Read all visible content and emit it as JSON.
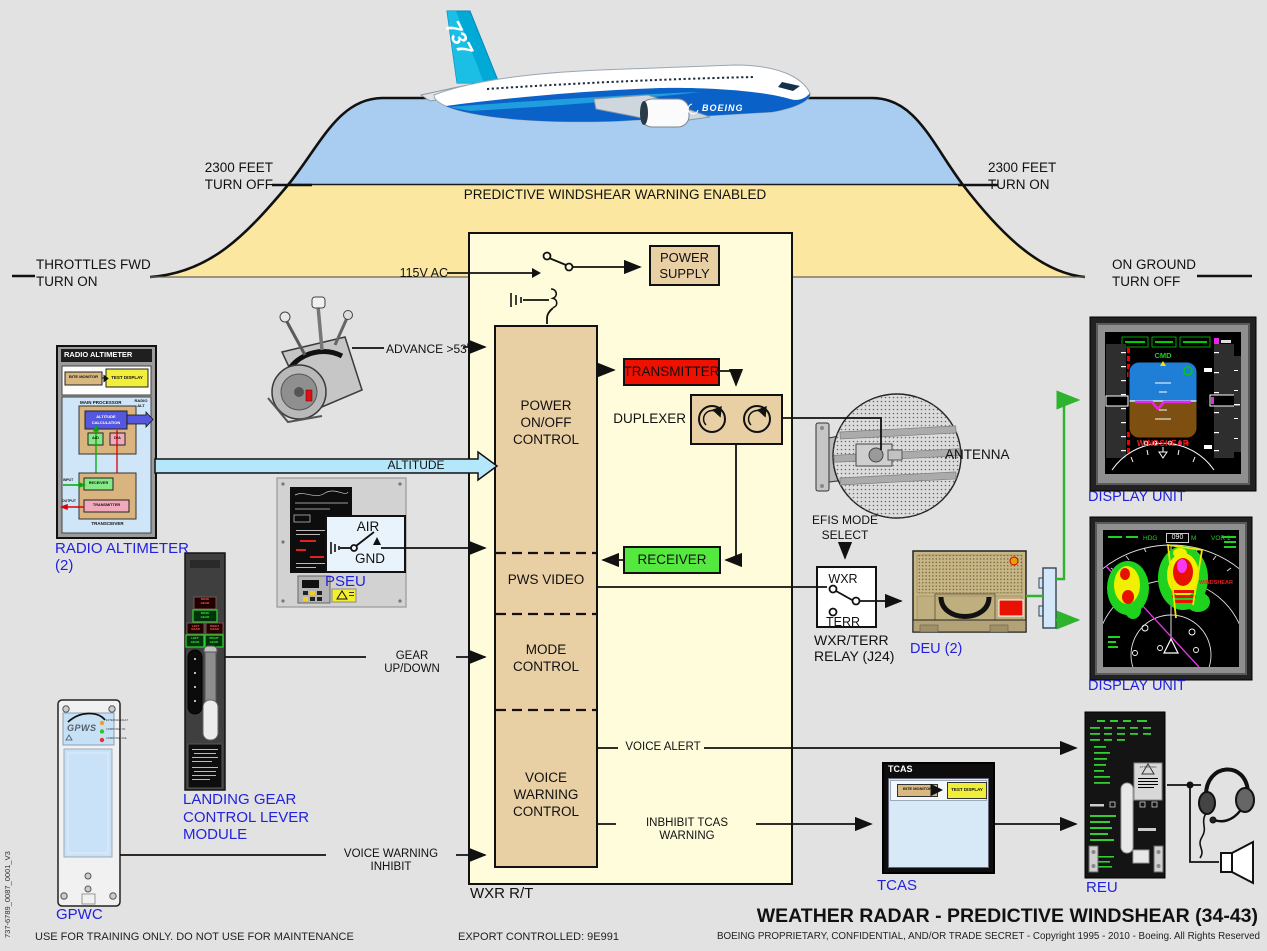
{
  "colors": {
    "background": "#e2e2e2",
    "profile_yellow": "#fbe7a0",
    "profile_blue": "#a9cdf0",
    "wxr_box_ivory": "#fffcdb",
    "component_tan": "#e9cfa4",
    "transmitter_red": "#ee1100",
    "receiver_green": "#55e83e",
    "equipment_label_blue": "#2222dd",
    "altitude_arrow_blue": "#b5e7fa",
    "display_wiring_green": "#2db32d"
  },
  "profile": {
    "throttles": "THROTTLES FWD\nTURN ON",
    "tick_left": "2300 FEET\nTURN OFF",
    "tick_right": "2300 FEET\nTURN ON",
    "on_ground": "ON GROUND\nTURN OFF",
    "band": "PREDICTIVE WINDSHEAR WARNING ENABLED"
  },
  "aircraft": {
    "tail_number": "737",
    "brand": "BOEING"
  },
  "signals": {
    "ac115": "115V AC",
    "advance": "ADVANCE >53",
    "advance_sup": "O",
    "altitude": "ALTITUDE",
    "gear": "GEAR UP/DOWN",
    "voice_inhibit": "VOICE WARNING INHIBIT",
    "voice_alert": "VOICE ALERT",
    "inhibit_tcas": "INBHIBIT TCAS WARNING",
    "efis": "EFIS MODE\nSELECT"
  },
  "wxr_rt": {
    "label": "WXR R/T",
    "power_ctl": "POWER\nON/OFF\nCONTROL",
    "pws_video": "PWS VIDEO",
    "mode_ctl": "MODE\nCONTROL",
    "voice_ctl": "VOICE\nWARNING\nCONTROL",
    "power_supply": "POWER\nSUPPLY",
    "transmitter": "TRANSMITTER",
    "receiver": "RECEIVER",
    "duplexer": "DUPLEXER"
  },
  "antenna": {
    "label": "ANTENNA"
  },
  "relay": {
    "wxr": "WXR",
    "terr": "TERR",
    "label": "WXR/TERR\nRELAY (J24)"
  },
  "deu": {
    "label": "DEU (2)"
  },
  "displays": {
    "label": "DISPLAY UNIT",
    "pfd": {
      "cmd": "CMD",
      "windshear": "WINDSHEAR"
    },
    "nd": {
      "hdg": "HDG",
      "hdg_value": "090",
      "mag": "M",
      "vor": "VOR 1",
      "windshear": "WINDSHEAR"
    }
  },
  "radio_altimeter": {
    "title": "RADIO ALTIMETER",
    "bite": "BITE MONITOR",
    "test": "TEST DISPLAY",
    "main_processor": "MAIN PROCESSOR",
    "radio_alt": "RADIO\nALT",
    "alt_calc": "ALTITUDE\nCALCULATION",
    "ad": "A/D",
    "da": "D/A",
    "receiver": "RECEIVER",
    "transmitter": "TRANSMITTER",
    "transceiver": "TRANSCEIVER",
    "input": "INPUT",
    "output": "OUTPUT",
    "label": "RADIO ALTIMETER\n(2)"
  },
  "pseu": {
    "label": "PSEU"
  },
  "air_gnd": {
    "air": "AIR",
    "gnd": "GND"
  },
  "landing_gear": {
    "label": "LANDING GEAR\nCONTROL LEVER\nMODULE",
    "nose": "NOSE\nGEAR",
    "left": "LEFT\nGEAR",
    "right": "RIGHT\nGEAR"
  },
  "gpwc": {
    "label": "GPWC",
    "logo": "GPWS",
    "led1": "EXTERNAL FAULT",
    "led2": "COMPUTER OK",
    "led3": "COMPUTER FAIL"
  },
  "tcas": {
    "title": "TCAS",
    "bite": "BITE MONITOR",
    "test": "TEST DISPLAY",
    "label": "TCAS"
  },
  "reu": {
    "label": "REU",
    "attention": "ATTENTION"
  },
  "footer": {
    "doc_number": "737-6789_0087_0001_V3",
    "training": "USE FOR TRAINING ONLY. DO NOT USE FOR MAINTENANCE",
    "export": "EXPORT CONTROLLED: 9E991",
    "title": "WEATHER RADAR - PREDICTIVE WINDSHEAR (34-43)",
    "copyright": "BOEING PROPRIETARY, CONFIDENTIAL, AND/OR TRADE SECRET - Copyright 1995 - 2010 - Boeing. All Rights Reserved"
  }
}
